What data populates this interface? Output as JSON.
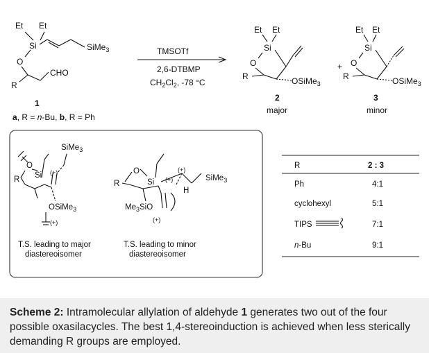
{
  "reaction": {
    "reagent_1": "TMSOTf",
    "reagent_2": "2,6-DTBMP",
    "solvent": "CH",
    "solvent_sub1": "2",
    "solvent_mid": "Cl",
    "solvent_sub2": "2",
    "solvent_tail": ", -78 °C",
    "plus": "+",
    "compound_1": "1",
    "compound_2": "2",
    "compound_3": "3",
    "label_major": "major",
    "label_minor": "minor",
    "substituents": {
      "a": "a",
      "a_text": ", R = ",
      "a_value": "n",
      "a_value_rest": "-Bu, ",
      "b": "b",
      "b_text": ", R = Ph"
    }
  },
  "atoms": {
    "et": "Et",
    "si": "Si",
    "o": "O",
    "r": "R",
    "cho": "CHO",
    "sime3": "SiMe",
    "sub3": "3",
    "osime3": "OSiMe",
    "me3sio": "Me",
    "me3sio_rest": "SiO",
    "h": "H",
    "plus_charge": "(+)"
  },
  "transition_states": {
    "major_label_1": "T.S. leading to major",
    "major_label_2": "diastereoisomer",
    "minor_label_1": "T.S. leading to minor",
    "minor_label_2": "diastereoisomer"
  },
  "table": {
    "header_r": "R",
    "header_ratio_a": "2",
    "header_ratio_sep": " : ",
    "header_ratio_b": "3",
    "rows": [
      {
        "r": "Ph",
        "ratio": "4:1"
      },
      {
        "r": "cyclohexyl",
        "ratio": "5:1"
      },
      {
        "r": "TIPS",
        "ratio": "7:1"
      },
      {
        "r": "-Bu",
        "r_italic": "n",
        "ratio": "9:1"
      }
    ]
  },
  "caption": {
    "label": "Scheme 2:",
    "text_1": " Intramolecular allylation of aldehyde ",
    "compound": "1",
    "text_2": " generates two out of the four possible oxasilacycles. The best 1,4-stereoinduction is achieved when less sterically demanding R groups are employed."
  }
}
